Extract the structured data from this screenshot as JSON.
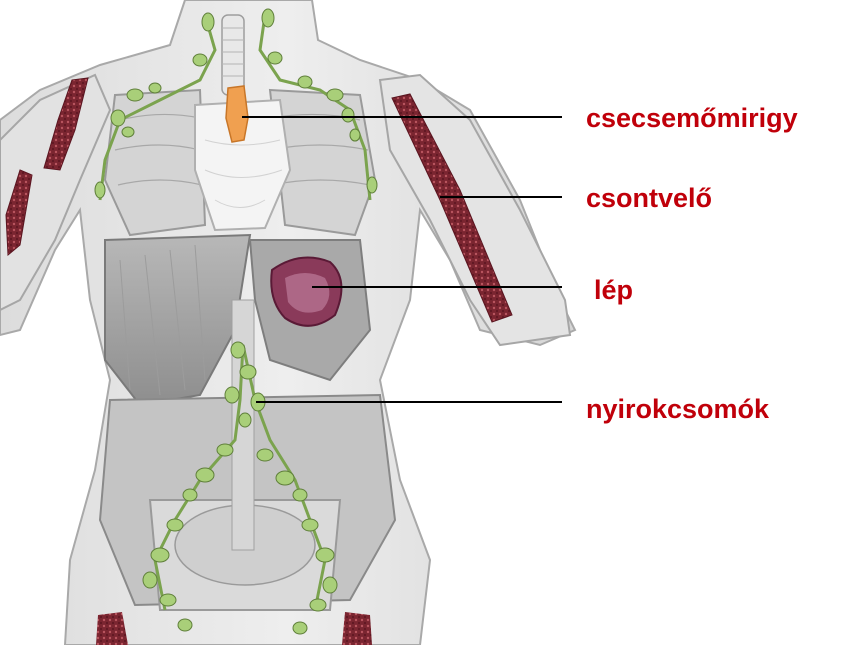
{
  "figure": {
    "labels": [
      {
        "id": "thymus",
        "text": "csecsemőmirigy"
      },
      {
        "id": "bone-marrow",
        "text": "csontvelő"
      },
      {
        "id": "spleen",
        "text": "lép"
      },
      {
        "id": "lymph-nodes",
        "text": "nyirokcsomók"
      }
    ]
  },
  "colors": {
    "label_text": "#c0000a",
    "leader_line": "#000000",
    "body_gray": "#c9c9c9",
    "lymph_green": "#a9cf79",
    "marrow_red": "#7a2530",
    "spleen_purple": "#8a3a5a",
    "thymus_orange": "#f0a050"
  }
}
